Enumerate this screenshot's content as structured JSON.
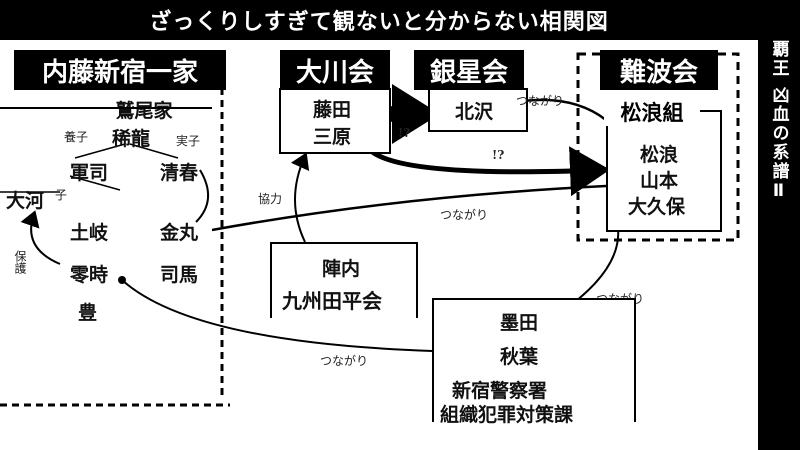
{
  "title": "ざっくりしすぎて観ないと分からない相関図",
  "side_title": "覇王 凶血の系譜Ⅱ",
  "groups": {
    "naito": "内藤新宿一家",
    "okawa": "大川会",
    "ginsei": "銀星会",
    "naniwa": "難波会"
  },
  "washio": {
    "name": "鷲尾家",
    "members": [
      "稀龍",
      "軍司",
      "清春",
      "大河",
      "土岐",
      "金丸",
      "零時",
      "司馬",
      "豊"
    ]
  },
  "okawa_members": [
    "藤田",
    "三原"
  ],
  "ginsei_members": [
    "北沢"
  ],
  "matsunami": {
    "name": "松浪組",
    "members": [
      "松浪",
      "山本",
      "大久保"
    ]
  },
  "jinnai": {
    "line1": "陣内",
    "line2": "九州田平会"
  },
  "police": {
    "members": [
      "墨田",
      "秋葉"
    ],
    "line1": "新宿警察署",
    "line2": "組織犯罪対策課"
  },
  "annotations": {
    "yoshi": "養子",
    "jisshi": "実子",
    "ko": "子",
    "hogo": "保護",
    "kyoryoku": "協力",
    "tsunagari": "つながり",
    "bang1": "!?",
    "bang2": "!?"
  }
}
